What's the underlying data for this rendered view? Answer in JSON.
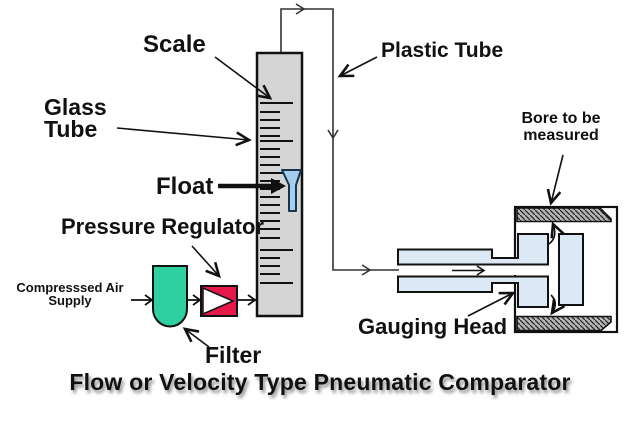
{
  "title": "Flow or Velocity Type Pneumatic Comparator",
  "labels": {
    "scale": "Scale",
    "glass_tube_line1": "Glass",
    "glass_tube_line2": "Tube",
    "float": "Float",
    "pressure_regulator": "Pressure Regulator",
    "compressed_air_line1": "Compresssed Air",
    "compressed_air_line2": "Supply",
    "filter": "Filter",
    "plastic_tube": "Plastic Tube",
    "bore_line1": "Bore to be",
    "bore_line2": "measured",
    "gauging_head": "Gauging Head"
  },
  "colors": {
    "tube_gray": "#d5d5d5",
    "float_blue": "#a5cdee",
    "filter_green": "#2fd0a0",
    "regulator_red": "#e6194b",
    "head_blue": "#dce9f4",
    "hatch_gray": "#b5b5b5",
    "line_black": "#111111"
  },
  "glass_tube_scale": {
    "tick_x": 260,
    "major_length": 33,
    "minor_length": 20,
    "ticks": [
      [
        103,
        1
      ],
      [
        112,
        0
      ],
      [
        120,
        0
      ],
      [
        128,
        0
      ],
      [
        136,
        0
      ],
      [
        141,
        1
      ],
      [
        149,
        0
      ],
      [
        157,
        0
      ],
      [
        165,
        0
      ],
      [
        173,
        1
      ],
      [
        181,
        0
      ],
      [
        189,
        0
      ],
      [
        197,
        0
      ],
      [
        205,
        0
      ],
      [
        213,
        0
      ],
      [
        221,
        0
      ],
      [
        229,
        0
      ],
      [
        238,
        0
      ],
      [
        250,
        1
      ],
      [
        258,
        0
      ],
      [
        266,
        0
      ],
      [
        274,
        0
      ],
      [
        283,
        1
      ]
    ]
  }
}
